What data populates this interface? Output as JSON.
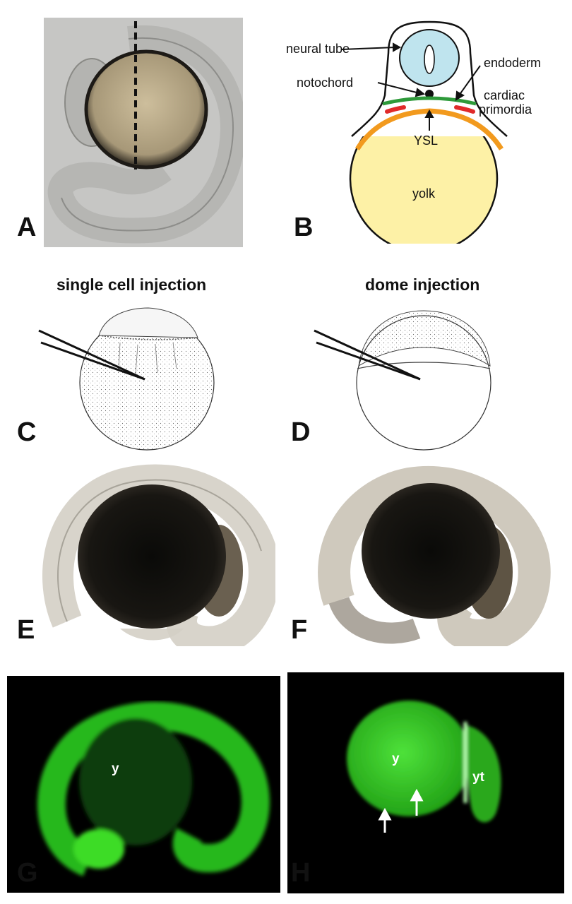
{
  "panels": {
    "A": {
      "label": "A"
    },
    "B": {
      "label": "B",
      "annotations": {
        "neural_tube": "neural tube",
        "endoderm": "endoderm",
        "notochord": "notochord",
        "cardiac_line1": "cardiac",
        "cardiac_line2": "primordia",
        "ysl": "YSL",
        "yolk": "yolk"
      }
    },
    "C": {
      "label": "C",
      "title": "single cell injection"
    },
    "D": {
      "label": "D",
      "title": "dome injection"
    },
    "E": {
      "label": "E"
    },
    "F": {
      "label": "F"
    },
    "G": {
      "label": "G",
      "annotations": {
        "y": "y"
      }
    },
    "H": {
      "label": "H",
      "annotations": {
        "y": "y",
        "yt": "yt"
      }
    }
  },
  "colors": {
    "yolk": "#fdf1a6",
    "neural_tube": "#bfe4ee",
    "endoderm": "#2e9a3a",
    "cardiac": "#e02a2a",
    "ysl": "#f29a1e",
    "fluorescence": "#3ddc28"
  }
}
